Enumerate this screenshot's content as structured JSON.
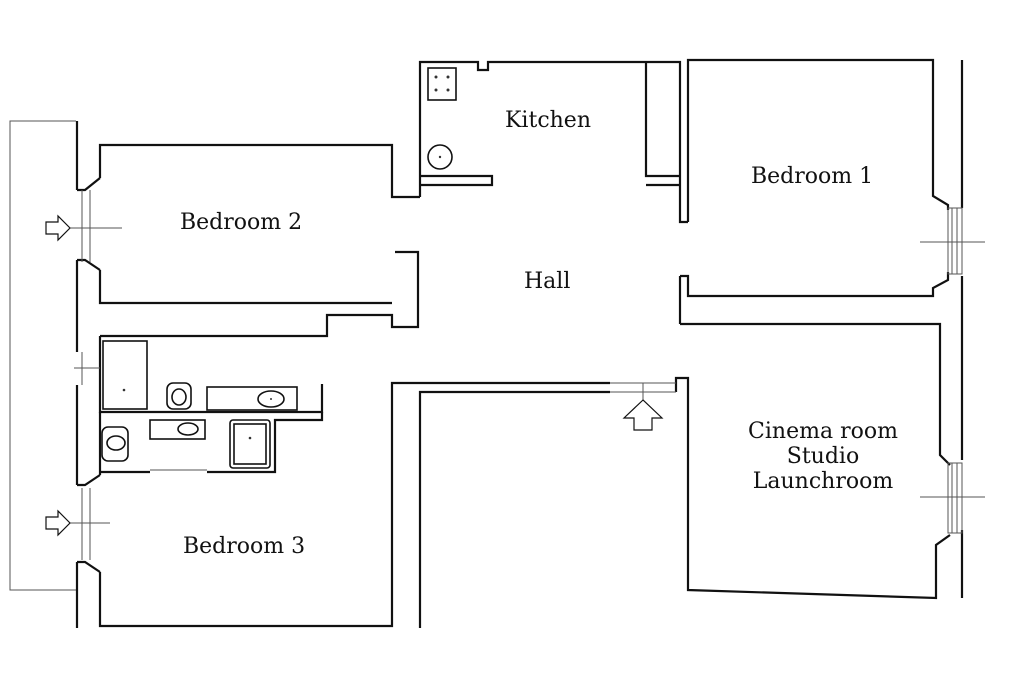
{
  "rooms": {
    "kitchen": "Kitchen",
    "bedroom1": "Bedroom 1",
    "bedroom2": "Bedroom 2",
    "bedroom3": "Bedroom 3",
    "hall": "Hall",
    "cinema_line1": "Cinema room",
    "cinema_line2": "Studio",
    "cinema_line3": "Launchroom"
  },
  "icons": [
    "entrance-arrow-icon",
    "window-arrow-icon",
    "stove-icon",
    "sink-icon",
    "toilet-icon",
    "bathtub-icon",
    "shower-icon"
  ]
}
